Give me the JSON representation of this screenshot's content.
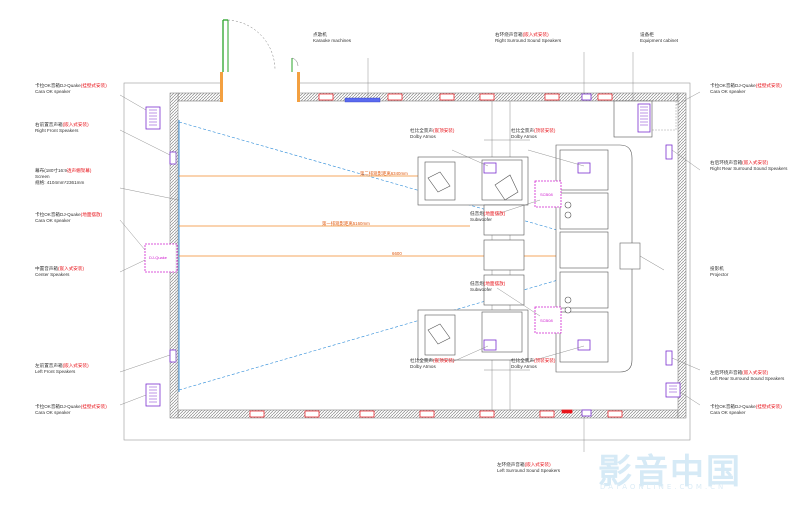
{
  "labels": {
    "karaoke": {
      "zh": "点歌机",
      "en": "Karaoke machines"
    },
    "right_surround_top": {
      "zh": "右环绕声音箱",
      "zh_red": "(嵌入式安装)",
      "en": "Right Surround Sound Speakers"
    },
    "equipment": {
      "zh": "设备柜",
      "en": "Equipment cabinet"
    },
    "cara_tl": {
      "zh": "卡拉OK音箱DJ-Quake",
      "zh_red": "(挂壁式安装)",
      "en": "Cara OK speaker"
    },
    "right_front": {
      "zh": "右前置音声箱",
      "zh_red": "(嵌入式安装)",
      "en": "Right Front Speakers"
    },
    "screen": {
      "zh": "幕布(180寸16:9",
      "zh_red": "透声绷架幕)",
      "en": "Screen",
      "size": "规格: 4104mm*2361mm"
    },
    "cara_ml": {
      "zh": "卡拉OK音箱DJ-Quake",
      "zh_red": "(地面摆放)",
      "en": "Cara OK speaker"
    },
    "center": {
      "zh": "中置音声箱",
      "zh_red": "(嵌入式安装)",
      "en": "Center Speakers"
    },
    "left_front": {
      "zh": "左前置音声箱",
      "zh_red": "(嵌入式安装)",
      "en": "Left Front Speakers"
    },
    "cara_bl": {
      "zh": "卡拉OK音箱DJ-Quake",
      "zh_red": "(挂壁式安装)",
      "en": "Cara OK speaker"
    },
    "cara_tr": {
      "zh": "卡拉OK音箱DJ-Quake",
      "zh_red": "(挂壁式安装)",
      "en": "Cara OK speaker"
    },
    "right_rear": {
      "zh": "右后环绕声音箱",
      "zh_red": "(嵌入式安装)",
      "en": "Right Rear Surround Sound Speakers"
    },
    "projector": {
      "zh": "投影机",
      "en": "Projector"
    },
    "left_rear": {
      "zh": "左后环绕声音箱",
      "zh_red": "(嵌入式安装)",
      "en": "Left Rear Surround Sound Speakers"
    },
    "cara_br": {
      "zh": "卡拉OK音箱DJ-Quake",
      "zh_red": "(挂壁式安装)",
      "en": "Cara OK speaker"
    },
    "left_surround_bottom": {
      "zh": "左环绕声音箱",
      "zh_red": "(嵌入式安装)",
      "en": "Left Surround Sound Speakers"
    },
    "dolby_tl": {
      "zh": "杜比全景声",
      "zh_red": "(嵌顶安装)",
      "en": "Dolby Atmos"
    },
    "dolby_tr": {
      "zh": "杜比全景声",
      "zh_red": "(顶装安装)",
      "en": "Dolby Atmos"
    },
    "dolby_bl": {
      "zh": "杜比全景声",
      "zh_red": "(嵌顶安装)",
      "en": "Dolby Atmos"
    },
    "dolby_br": {
      "zh": "杜比全景声",
      "zh_red": "(顶装安装)",
      "en": "Dolby Atmos"
    },
    "sub_top": {
      "zh": "低音炮",
      "zh_red": "(地面摆放)",
      "en": "Subwoofer"
    },
    "sub_bottom": {
      "zh": "低音炮",
      "zh_red": "(地面摆放)",
      "en": "Subwoofer"
    }
  },
  "dimensions": {
    "row2": "第二排观影距离6340mm",
    "row1": "第一排观影距离5160mm",
    "total": "6600"
  },
  "component_tags": {
    "center_box": "DJ-Quake",
    "sub_box_1": "SCB08",
    "sub_box_2": "SCB08"
  },
  "watermark": {
    "text": "影音中国",
    "sub": "DATAONLINE.COM.CN"
  },
  "colors": {
    "wall_hatch": "#8a8a8a",
    "speaker": "#7a2fd0",
    "dimension": "#f08a2a",
    "screen": "#2a8ad8",
    "red_text": "#e8141b",
    "wall_speaker": "#e8141b",
    "door": "#2aa52a"
  }
}
